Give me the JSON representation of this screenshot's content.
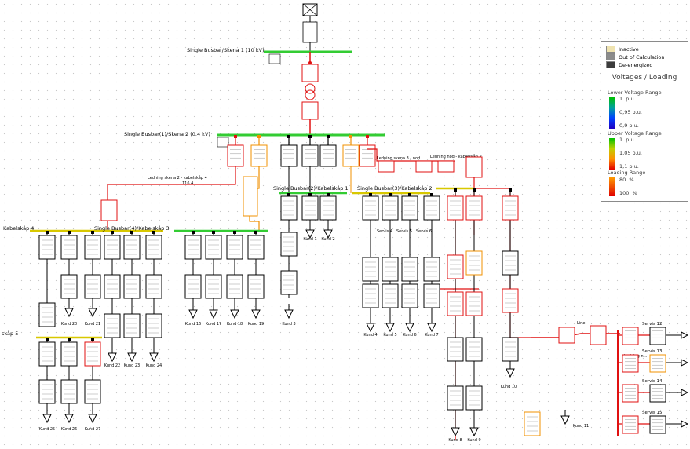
{
  "busbars": {
    "b10kv": "Single Busbar/Skena 1 (10 kV)",
    "b04kv": "Single Busbar(1)/Skena 2 (0.4 kV)",
    "kab1": "Single Busbar(2)/Kabelskåp 1",
    "kab2": "Single Busbar(3)/Kabelskåp 2",
    "kab3": "Single Busbar(4)/Kabelskåp 3",
    "kab4": "Kabelskåp 4",
    "kab5": "skåp 5"
  },
  "lines": {
    "l_sk2_kab4": "Ledning skena 2 - kabelskåp 4",
    "l_sk2_kab4_val": "116.4",
    "l_sk3_nod": "Ledning skena 3 - nod",
    "l_nod_kab2": "Ledning nod - kabelskåp 2",
    "line": "Line",
    "ledn_n": "Ledning n..."
  },
  "services": {
    "s12": "Servis 12",
    "s13": "Servis 13",
    "s14": "Servis 14",
    "s15": "Servis 15",
    "s4": "Servis 4",
    "s5": "Servis 5",
    "s6": "Servis 6"
  },
  "loads": {
    "k1": "Kund 1",
    "k2": "Kund 2",
    "k3": "Kund 3",
    "k4": "Kund 4",
    "k5": "Kund 5",
    "k6": "Kund 6",
    "k7": "Kund 7",
    "k8": "Kund 8",
    "k9": "Kund 9",
    "k10": "Kund 10",
    "k11": "Kund 11",
    "k16": "Kund 16",
    "k17": "Kund 17",
    "k18": "Kund 18",
    "k19": "Kund 19",
    "k20": "Kund 20",
    "k21": "Kund 21",
    "k22": "Kund 22",
    "k23": "Kund 23",
    "k24": "Kund 24",
    "k25": "Kund 25",
    "k26": "Kund 26",
    "k27": "Kund 27"
  },
  "legend": {
    "inactive": "Inactive",
    "out": "Out of Calculation",
    "deenergized": "De-energized",
    "title": "Voltages / Loading",
    "lower": "Lower Voltage Range",
    "lower_t1": "1. p.u.",
    "lower_t2": "0,95 p.u.",
    "lower_t3": "0,9 p.u.",
    "upper": "Upper Voltage Range",
    "upper_t1": "1. p.u.",
    "upper_t2": "1,05 p.u.",
    "upper_t3": "1,1 p.u.",
    "loading": "Loading Range",
    "loading_t1": "80. %",
    "loading_t2": "100. %",
    "colors": {
      "inactive": "#efe3b0",
      "out": "#8c8c8c",
      "deenergized": "#3c3c3c"
    }
  },
  "colors": {
    "bus_green": "#33cc33",
    "ok_black": "#000000",
    "overload_red": "#e01010",
    "warn_orange": "#f09000",
    "bus_yellow": "#d8c800"
  }
}
